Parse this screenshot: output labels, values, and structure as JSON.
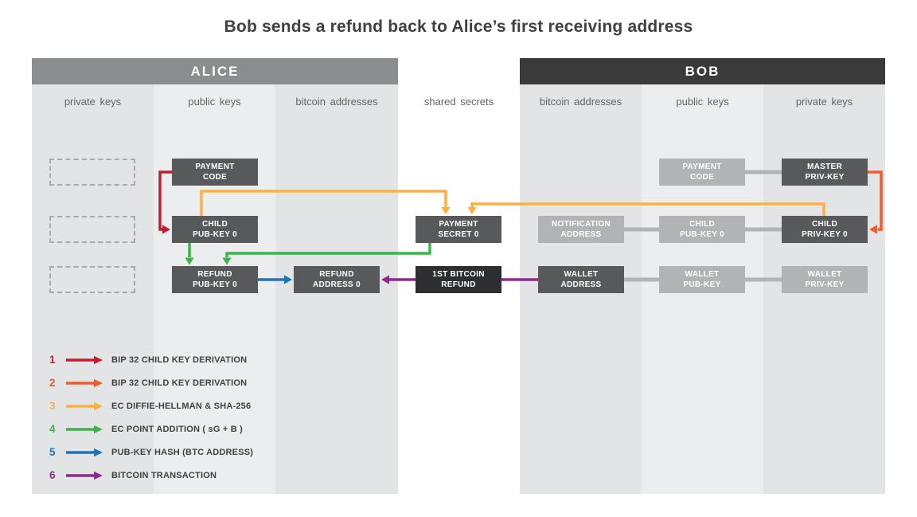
{
  "title": "Bob sends a refund back to Alice’s first receiving address",
  "alice": {
    "header": "ALICE",
    "column_labels": [
      "private keys",
      "public keys",
      "bitcoin addresses"
    ],
    "nodes": {
      "payment_code": "PAYMENT\nCODE",
      "child_pubkey": "CHILD\nPUB-KEY 0",
      "refund_pubkey": "REFUND\nPUB-KEY 0",
      "refund_address": "REFUND\nADDRESS 0"
    }
  },
  "shared": {
    "column_label": "shared secrets",
    "nodes": {
      "payment_secret": "PAYMENT\nSECRET 0",
      "bitcoin_refund": "1ST BITCOIN\nREFUND"
    }
  },
  "bob": {
    "header": "BOB",
    "column_labels": [
      "bitcoin addresses",
      "public keys",
      "private keys"
    ],
    "nodes": {
      "notification_address": "NOTIFICATION\nADDRESS",
      "wallet_address": "WALLET\nADDRESS",
      "payment_code": "PAYMENT\nCODE",
      "child_pubkey": "CHILD\nPUB-KEY 0",
      "wallet_pubkey": "WALLET\nPUB-KEY",
      "master_privkey": "MASTER\nPRIV-KEY",
      "child_privkey": "CHILD\nPRIV-KEY 0",
      "wallet_privkey": "WALLET\nPRIV-KEY"
    }
  },
  "legend": [
    {
      "num": "1",
      "color": "#be1e2d",
      "label": "BIP 32 CHILD KEY DERIVATION"
    },
    {
      "num": "2",
      "color": "#f15a29",
      "label": "BIP 32 CHILD KEY DERIVATION"
    },
    {
      "num": "3",
      "color": "#fbb040",
      "label": "EC DIFFIE-HELLMAN & SHA-256"
    },
    {
      "num": "4",
      "color": "#39b54a",
      "label": "EC POINT ADDITION ( sG + B )"
    },
    {
      "num": "5",
      "color": "#1b75bc",
      "label": "PUB-KEY HASH (BTC ADDRESS)"
    },
    {
      "num": "6",
      "color": "#92278f",
      "label": "BITCOIN TRANSACTION"
    }
  ],
  "colors": {
    "connector": "#b1b3b5"
  }
}
